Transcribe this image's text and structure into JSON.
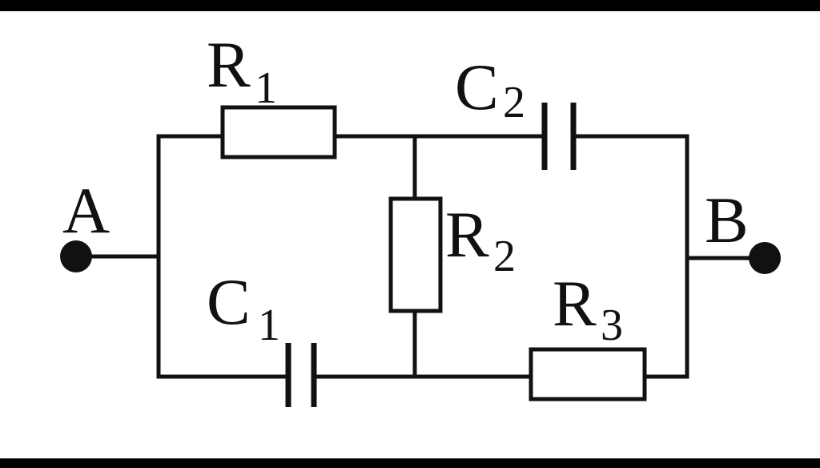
{
  "diagram": {
    "terminals": {
      "a": "A",
      "b": "B"
    },
    "components": {
      "r1": {
        "letter": "R",
        "index": "1"
      },
      "r2": {
        "letter": "R",
        "index": "2"
      },
      "r3": {
        "letter": "R",
        "index": "3"
      },
      "c1": {
        "letter": "C",
        "index": "1"
      },
      "c2": {
        "letter": "C",
        "index": "2"
      }
    }
  },
  "colors": {
    "frame": "#000000",
    "background": "#ffffff",
    "ink": "#111111"
  }
}
